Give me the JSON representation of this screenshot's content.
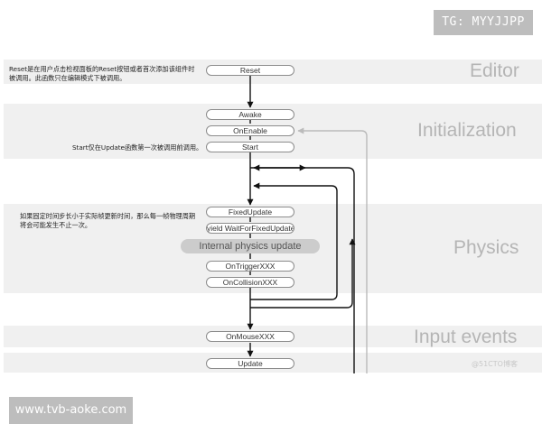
{
  "sections": {
    "editor": "Editor",
    "initialization": "Initialization",
    "physics": "Physics",
    "input_events": "Input events"
  },
  "nodes": {
    "reset": "Reset",
    "awake": "Awake",
    "onenable": "OnEnable",
    "start": "Start",
    "fixedupdate": "FixedUpdate",
    "yield_waitforfixedupdate": "yield WaitForFixedUpdate",
    "internal_physics_update": "Internal physics update",
    "ontriggerxxx": "OnTriggerXXX",
    "oncollisionxxx": "OnCollisionXXX",
    "onmousexxx": "OnMouseXXX",
    "update": "Update"
  },
  "notes": {
    "reset_line1": "Reset是在用户点击检视面板的Reset按钮或者首次添加该组件时",
    "reset_line2": "被调用。此函数只在编辑模式下被调用。",
    "start": "Start仅在Update函数第一次被调用前调用。",
    "physics_line1": "如果固定时间步长小于实际帧更新时间，那么每一帧物理周期",
    "physics_line2": "将会可能发生不止一次。"
  },
  "watermarks": {
    "top": "TG: MYYJJPP",
    "bottom": "www.tvb-aoke.com",
    "credit": "@51CTO博客"
  },
  "colors": {
    "band": "#f0f0f0",
    "section_label": "#b5b5b5",
    "flow_line": "#111111",
    "enable_loop_line": "#bbbbbb",
    "watermark_bg": "#bdbdbd"
  }
}
